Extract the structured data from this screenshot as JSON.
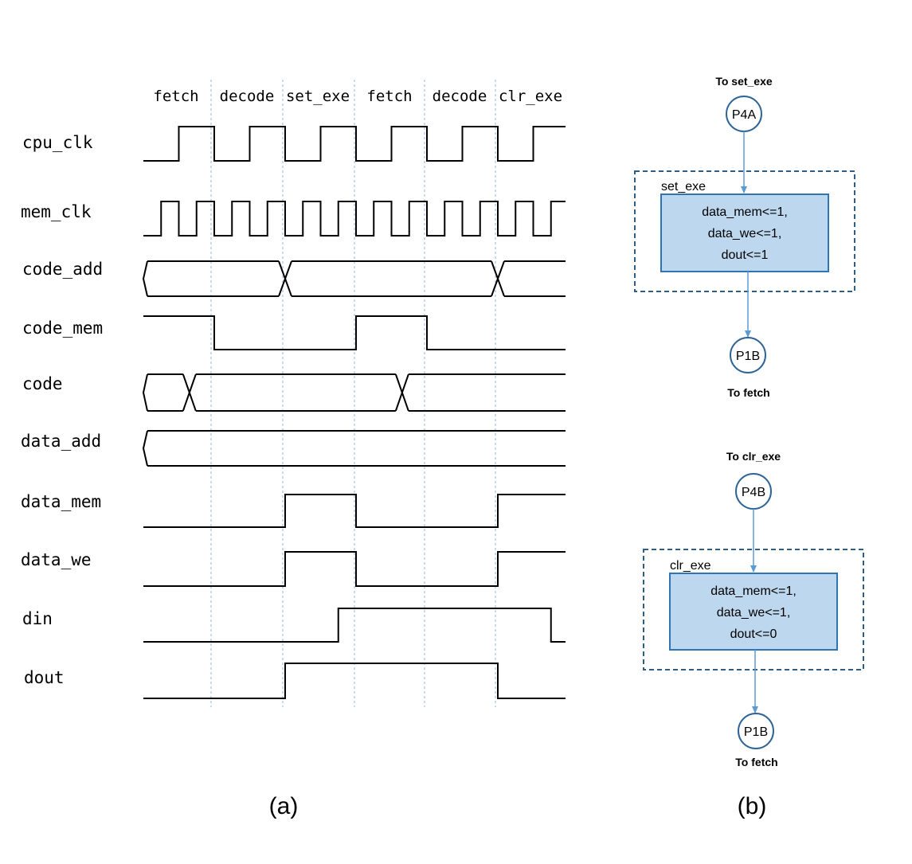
{
  "timing": {
    "phases": [
      "fetch",
      "decode",
      "set_exe",
      "fetch",
      "decode",
      "clr_exe"
    ],
    "signals": [
      {
        "name": "cpu_clk",
        "type": "clock",
        "high": [
          [
            1,
            2
          ],
          [
            3,
            4
          ],
          [
            5,
            6
          ],
          [
            7,
            8
          ],
          [
            9,
            10
          ],
          [
            11,
            12
          ]
        ]
      },
      {
        "name": "mem_clk",
        "type": "clock",
        "high": [
          [
            0.5,
            1
          ],
          [
            1.5,
            2
          ],
          [
            2.5,
            3
          ],
          [
            3.5,
            4
          ],
          [
            4.5,
            5
          ],
          [
            5.5,
            6
          ],
          [
            6.5,
            7
          ],
          [
            7.5,
            8
          ],
          [
            8.5,
            9
          ],
          [
            9.5,
            10
          ],
          [
            10.5,
            11
          ],
          [
            11.5,
            12
          ]
        ]
      },
      {
        "name": "code_add",
        "type": "bus",
        "transitions": [
          4,
          10
        ]
      },
      {
        "name": "code_mem",
        "type": "level",
        "initial": 1,
        "edges": [
          2,
          6,
          8
        ]
      },
      {
        "name": "code",
        "type": "bus",
        "transitions": [
          1.3,
          7.3
        ]
      },
      {
        "name": "data_add",
        "type": "bus",
        "transitions": []
      },
      {
        "name": "data_mem",
        "type": "level",
        "initial": 0,
        "edges": [
          4,
          6,
          10
        ]
      },
      {
        "name": "data_we",
        "type": "level",
        "initial": 0,
        "edges": [
          4,
          6,
          10
        ]
      },
      {
        "name": "din",
        "type": "level",
        "initial": 0,
        "edges": [
          5.5,
          11.5
        ]
      },
      {
        "name": "dout",
        "type": "level",
        "initial": 0,
        "edges": [
          4,
          10
        ]
      }
    ]
  },
  "caption_a": "(a)",
  "caption_b": "(b)",
  "flow_top": {
    "entry_label": "To set_exe",
    "entry_node": "P4A",
    "state_name": "set_exe",
    "actions": [
      "data_mem<=1,",
      "data_we<=1,",
      "dout<=1"
    ],
    "exit_node": "P1B",
    "exit_label": "To fetch"
  },
  "flow_bottom": {
    "entry_label": "To clr_exe",
    "entry_node": "P4B",
    "state_name": "clr_exe",
    "actions": [
      "data_mem<=1,",
      "data_we<=1,",
      "dout<=0"
    ],
    "exit_node": "P1B",
    "exit_label": "To fetch"
  },
  "colors": {
    "line": "#000000",
    "guide": "#8fb4dc",
    "flow_line": "#5b9bd5",
    "node_stroke": "#2e6496",
    "box_fill": "#bdd7ee",
    "box_stroke": "#2e75b6",
    "dash_stroke": "#2e5d88"
  }
}
